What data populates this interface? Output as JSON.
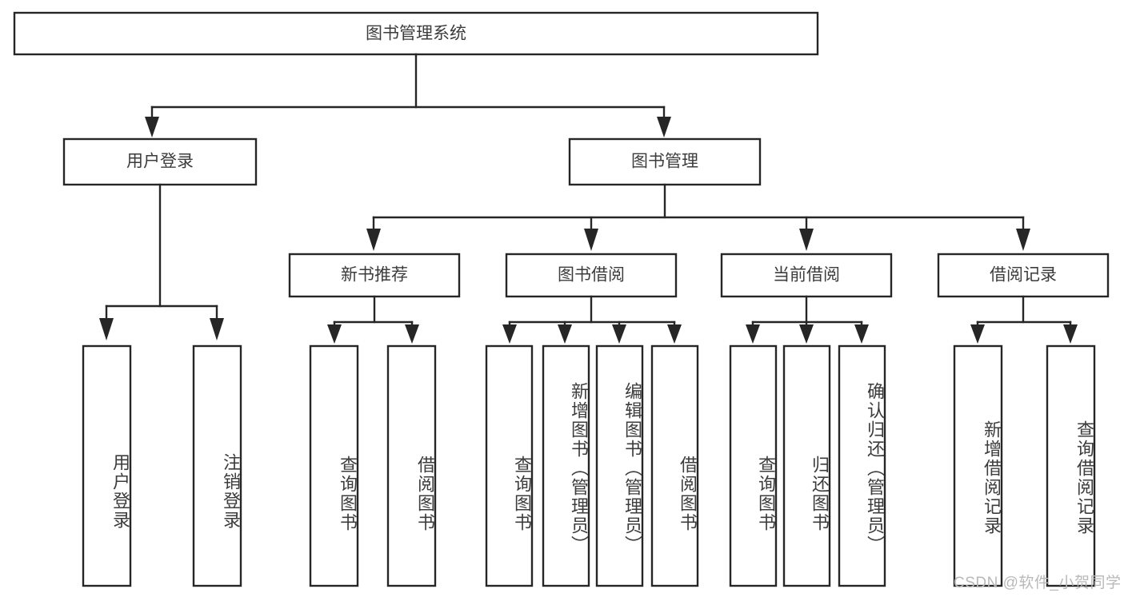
{
  "diagram": {
    "title": "图书管理系统",
    "type": "tree-hierarchy",
    "theme": {
      "background": "#ffffff",
      "box_fill": "#ffffff",
      "box_stroke": "#262626",
      "text_color": "#3c3c3c",
      "watermark_color": "#b9b9b9"
    },
    "root": {
      "id": "root",
      "label": "图书管理系统"
    },
    "level1": [
      {
        "id": "user-login",
        "label": "用户登录"
      },
      {
        "id": "book-manage",
        "label": "图书管理"
      }
    ],
    "level2": [
      {
        "id": "new-book-recommend",
        "label": "新书推荐",
        "parent": "book-manage"
      },
      {
        "id": "book-borrow",
        "label": "图书借阅",
        "parent": "book-manage"
      },
      {
        "id": "current-borrow",
        "label": "当前借阅",
        "parent": "book-manage"
      },
      {
        "id": "borrow-record",
        "label": "借阅记录",
        "parent": "book-manage"
      }
    ],
    "leaves": [
      {
        "id": "leaf-user-login",
        "label": "用户登录",
        "parent": "user-login"
      },
      {
        "id": "leaf-logout-login",
        "label": "注销登录",
        "parent": "user-login"
      },
      {
        "id": "leaf-query-book-1",
        "label": "查询图书",
        "parent": "new-book-recommend"
      },
      {
        "id": "leaf-borrow-book-1",
        "label": "借阅图书",
        "parent": "new-book-recommend"
      },
      {
        "id": "leaf-query-book-2",
        "label": "查询图书",
        "parent": "book-borrow"
      },
      {
        "id": "leaf-add-book",
        "label": "新增图书（管理员）",
        "parent": "book-borrow"
      },
      {
        "id": "leaf-edit-book",
        "label": "编辑图书（管理员）",
        "parent": "book-borrow"
      },
      {
        "id": "leaf-borrow-book-2",
        "label": "借阅图书",
        "parent": "book-borrow"
      },
      {
        "id": "leaf-query-book-3",
        "label": "查询图书",
        "parent": "current-borrow"
      },
      {
        "id": "leaf-return-book",
        "label": "归还图书",
        "parent": "current-borrow"
      },
      {
        "id": "leaf-confirm-return",
        "label": "确认归还（管理员）",
        "parent": "current-borrow"
      },
      {
        "id": "leaf-add-record",
        "label": "新增借阅记录",
        "parent": "borrow-record"
      },
      {
        "id": "leaf-query-record",
        "label": "查询借阅记录",
        "parent": "borrow-record"
      }
    ],
    "watermark": "CSDN @软件_小贺同学"
  }
}
